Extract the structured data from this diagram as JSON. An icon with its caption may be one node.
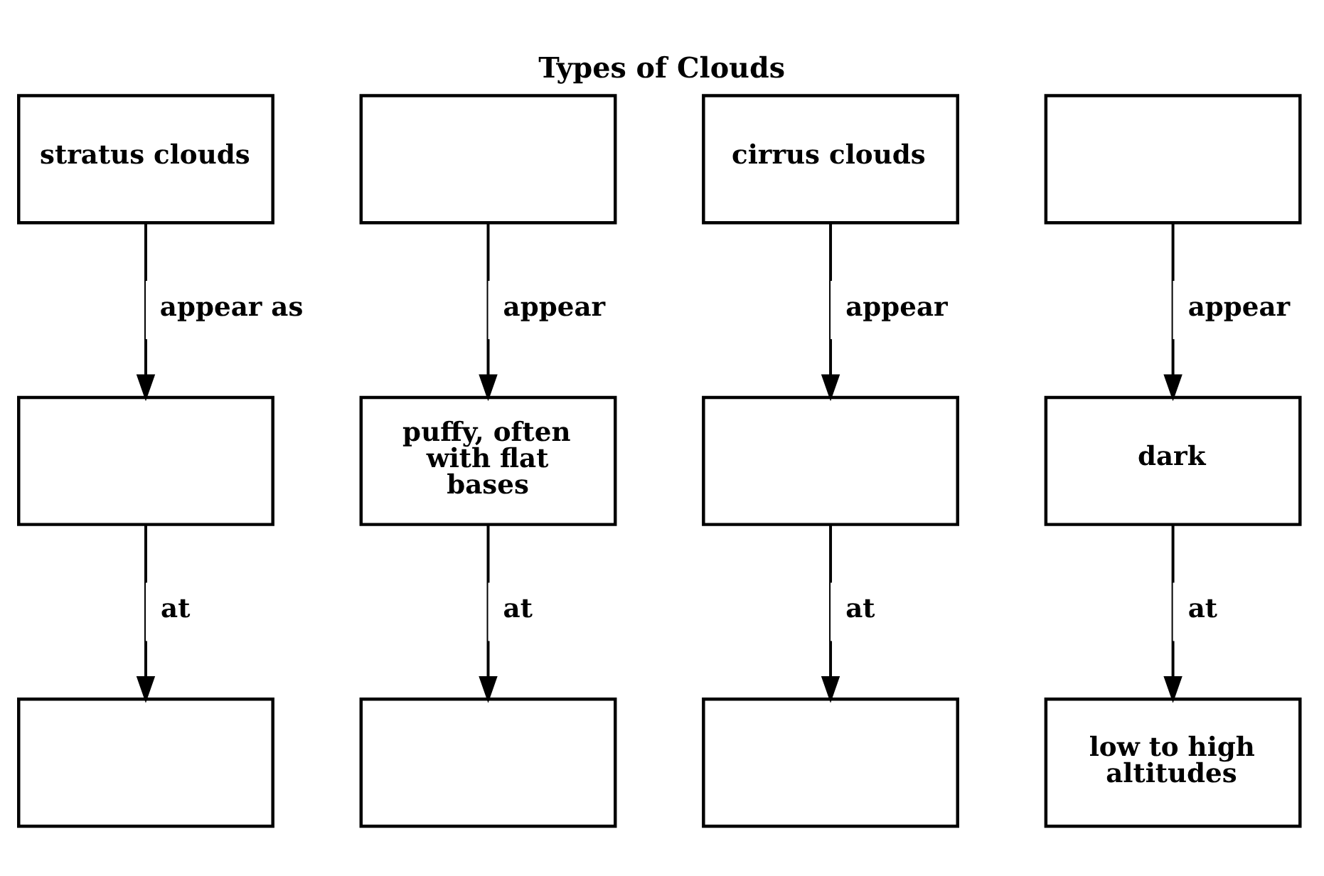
{
  "diagram": {
    "title": "Types of Clouds",
    "nodes": [
      {
        "text": [
          "stratus clouds"
        ]
      },
      {
        "text": [],
        "shape": "box"
      },
      {
        "text": [
          "cirrus clouds"
        ]
      },
      {
        "text": [],
        "shape": "box"
      },
      {
        "text": [],
        "shape": "box"
      },
      {
        "text": [
          "puffy, often with flat bases"
        ]
      },
      {
        "text": [],
        "shape": "box"
      },
      {
        "text": [
          "dark"
        ]
      },
      {
        "text": [],
        "shape": "box"
      },
      {
        "text": [],
        "shape": "box"
      },
      {
        "text": [],
        "shape": "box"
      },
      {
        "text": [
          "low to high altitudes"
        ]
      }
    ],
    "edges": [
      {
        "from": 0,
        "to": 4,
        "arrow": "to",
        "label": "appear as"
      },
      {
        "from": 1,
        "to": 5,
        "arrow": "to",
        "label": "appear"
      },
      {
        "from": 2,
        "to": 6,
        "arrow": "to",
        "label": "appear"
      },
      {
        "from": 3,
        "to": 7,
        "arrow": "to",
        "label": "appear"
      },
      {
        "from": 4,
        "to": 8,
        "arrow": "to",
        "label": "at"
      },
      {
        "from": 5,
        "to": 9,
        "arrow": "to",
        "label": "at"
      },
      {
        "from": 6,
        "to": 10,
        "arrow": "to",
        "label": "at"
      },
      {
        "from": 7,
        "to": 11,
        "arrow": "to",
        "label": "at"
      }
    ]
  }
}
